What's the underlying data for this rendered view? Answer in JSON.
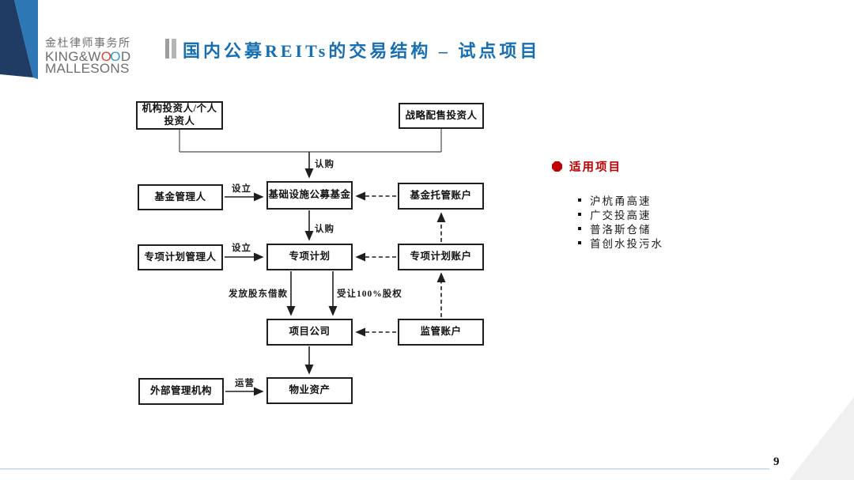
{
  "logo": {
    "cn_name": "金杜律师事务所",
    "en_pre": "KING&W",
    "en_o1": "O",
    "en_o2": "O",
    "en_post": "D",
    "en_line2": "MALLESONS"
  },
  "title": "国内公募REITs的交易结构 – 试点项目",
  "page_number": "9",
  "diagram": {
    "boxes": {
      "investors": "机构投资人/个人投资人",
      "strategic": "战略配售投资人",
      "fund_manager": "基金管理人",
      "public_fund": "基础设施公募基金",
      "custody_account": "基金托管账户",
      "plan_manager": "专项计划管理人",
      "special_plan": "专项计划",
      "plan_account": "专项计划账户",
      "project_company": "项目公司",
      "supervision_account": "监管账户",
      "external_manager": "外部管理机构",
      "property_assets": "物业资产"
    },
    "edge_labels": {
      "subscribe_top": "认购",
      "establish_fund": "设立",
      "subscribe_mid": "认购",
      "establish_plan": "设立",
      "shareholder_loan": "发放股东借款",
      "equity_transfer": "受让100%股权",
      "operate": "运营"
    }
  },
  "side_panel": {
    "header": "适用项目",
    "items": [
      "沪杭甬高速",
      "广交投高速",
      "普洛斯仓储",
      "首创水投污水"
    ]
  },
  "colors": {
    "title_blue": "#176fb2",
    "accent_red": "#c00000",
    "logo_navy": "#1e3c64",
    "logo_blue": "#2d77b5",
    "kwm_ring_red": "#e0432c",
    "kwm_ring_blue": "#2c9cd4",
    "footer_line_blue": "#cfe2f0",
    "corner_gray": "#f0f0f0"
  }
}
